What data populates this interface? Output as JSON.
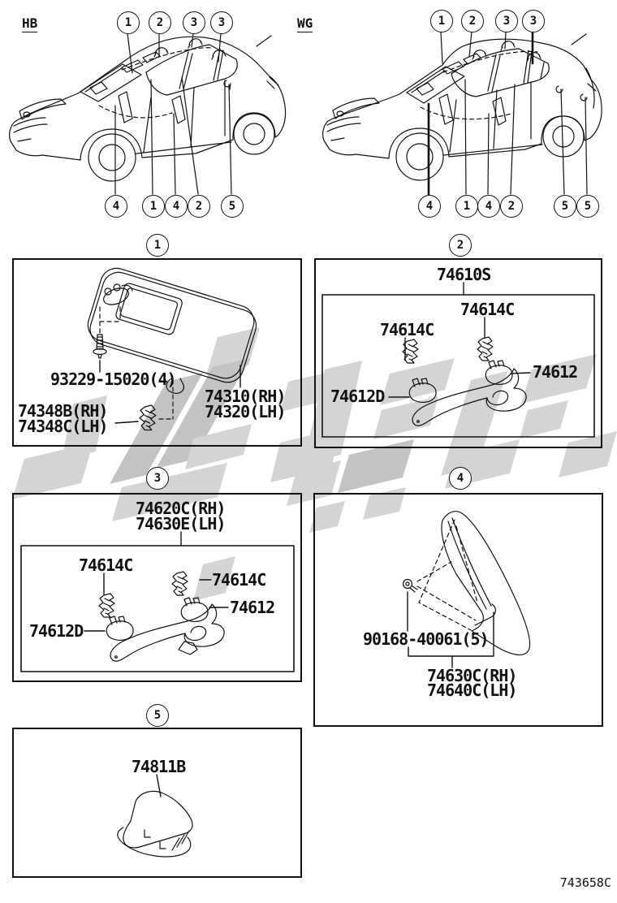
{
  "page": {
    "footer_code": "743658C",
    "colors": {
      "line": "#111111",
      "background": "#ffffff",
      "watermark": "#d4d4d4",
      "watermark_dark": "#c3c3c3"
    }
  },
  "vehicles": [
    {
      "code": "HB",
      "top_callouts": [
        "1",
        "2",
        "3",
        "3"
      ],
      "bottom_callouts": [
        "4",
        "1",
        "4",
        "2",
        "5"
      ]
    },
    {
      "code": "WG",
      "top_callouts": [
        "1",
        "2",
        "3",
        "3"
      ],
      "bottom_callouts": [
        "4",
        "1",
        "4",
        "2",
        "5",
        "5"
      ]
    }
  ],
  "sections": [
    {
      "number": "1",
      "labels": {
        "screw": "93229-15020(4)",
        "holder_rh": "74348B(RH)",
        "holder_lh": "74348C(LH)",
        "visor_rh": "74310(RH)",
        "visor_lh": "74320(LH)"
      }
    },
    {
      "number": "2",
      "labels": {
        "assembly": "74610S",
        "clip_front": "74614C",
        "clip_rear": "74614C",
        "cap": "74612",
        "cap_d": "74612D"
      }
    },
    {
      "number": "3",
      "labels": {
        "grip_rh": "74620C(RH)",
        "grip_lh": "74630E(LH)",
        "clip_front": "74614C",
        "clip_rear": "74614C",
        "cap": "74612",
        "cap_d": "74612D"
      }
    },
    {
      "number": "4",
      "labels": {
        "screw": "90168-40061(5)",
        "garnish_rh": "74630C(RH)",
        "garnish_lh": "74640C(LH)"
      }
    },
    {
      "number": "5",
      "labels": {
        "cover": "74811B"
      }
    }
  ]
}
